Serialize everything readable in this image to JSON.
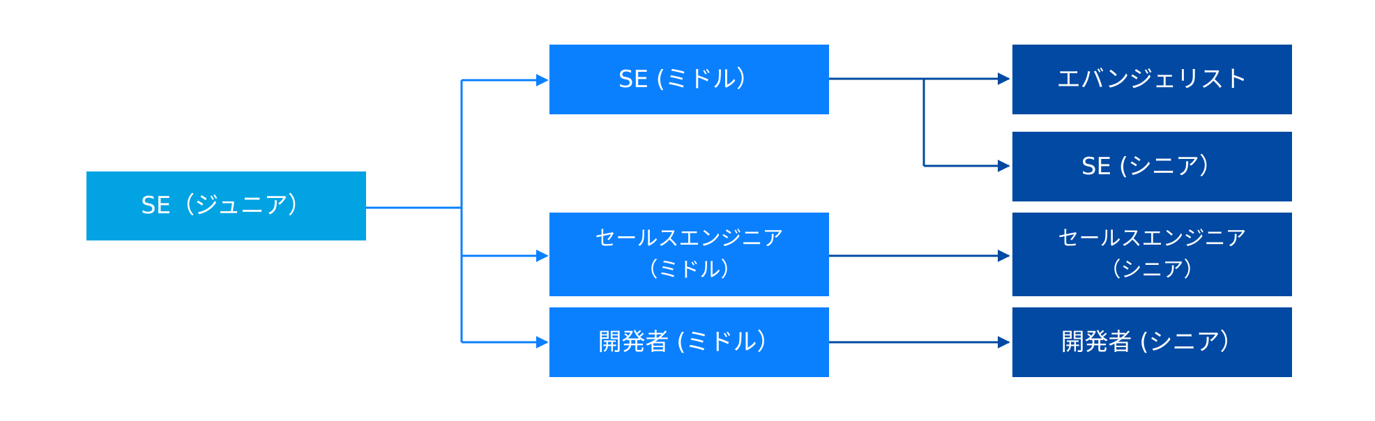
{
  "colors": {
    "junior": "#02A3E3",
    "middle": "#0A80FF",
    "senior": "#0149A2",
    "link_junior": "#0A80FF",
    "link_senior": "#0149A2"
  },
  "nodes": {
    "se_junior": {
      "lines": [
        "SE（ジュニア）"
      ]
    },
    "se_middle": {
      "lines": [
        "SE (ミドル）"
      ]
    },
    "sales_middle": {
      "lines": [
        "セールスエンジニア",
        "（ミドル）"
      ]
    },
    "dev_middle": {
      "lines": [
        "開発者 (ミドル）"
      ]
    },
    "evangelist": {
      "lines": [
        "エバンジェリスト"
      ]
    },
    "se_senior": {
      "lines": [
        "SE (シニア）"
      ]
    },
    "sales_senior": {
      "lines": [
        "セールスエンジニア",
        "（シニア）"
      ]
    },
    "dev_senior": {
      "lines": [
        "開発者 (シニア）"
      ]
    }
  }
}
